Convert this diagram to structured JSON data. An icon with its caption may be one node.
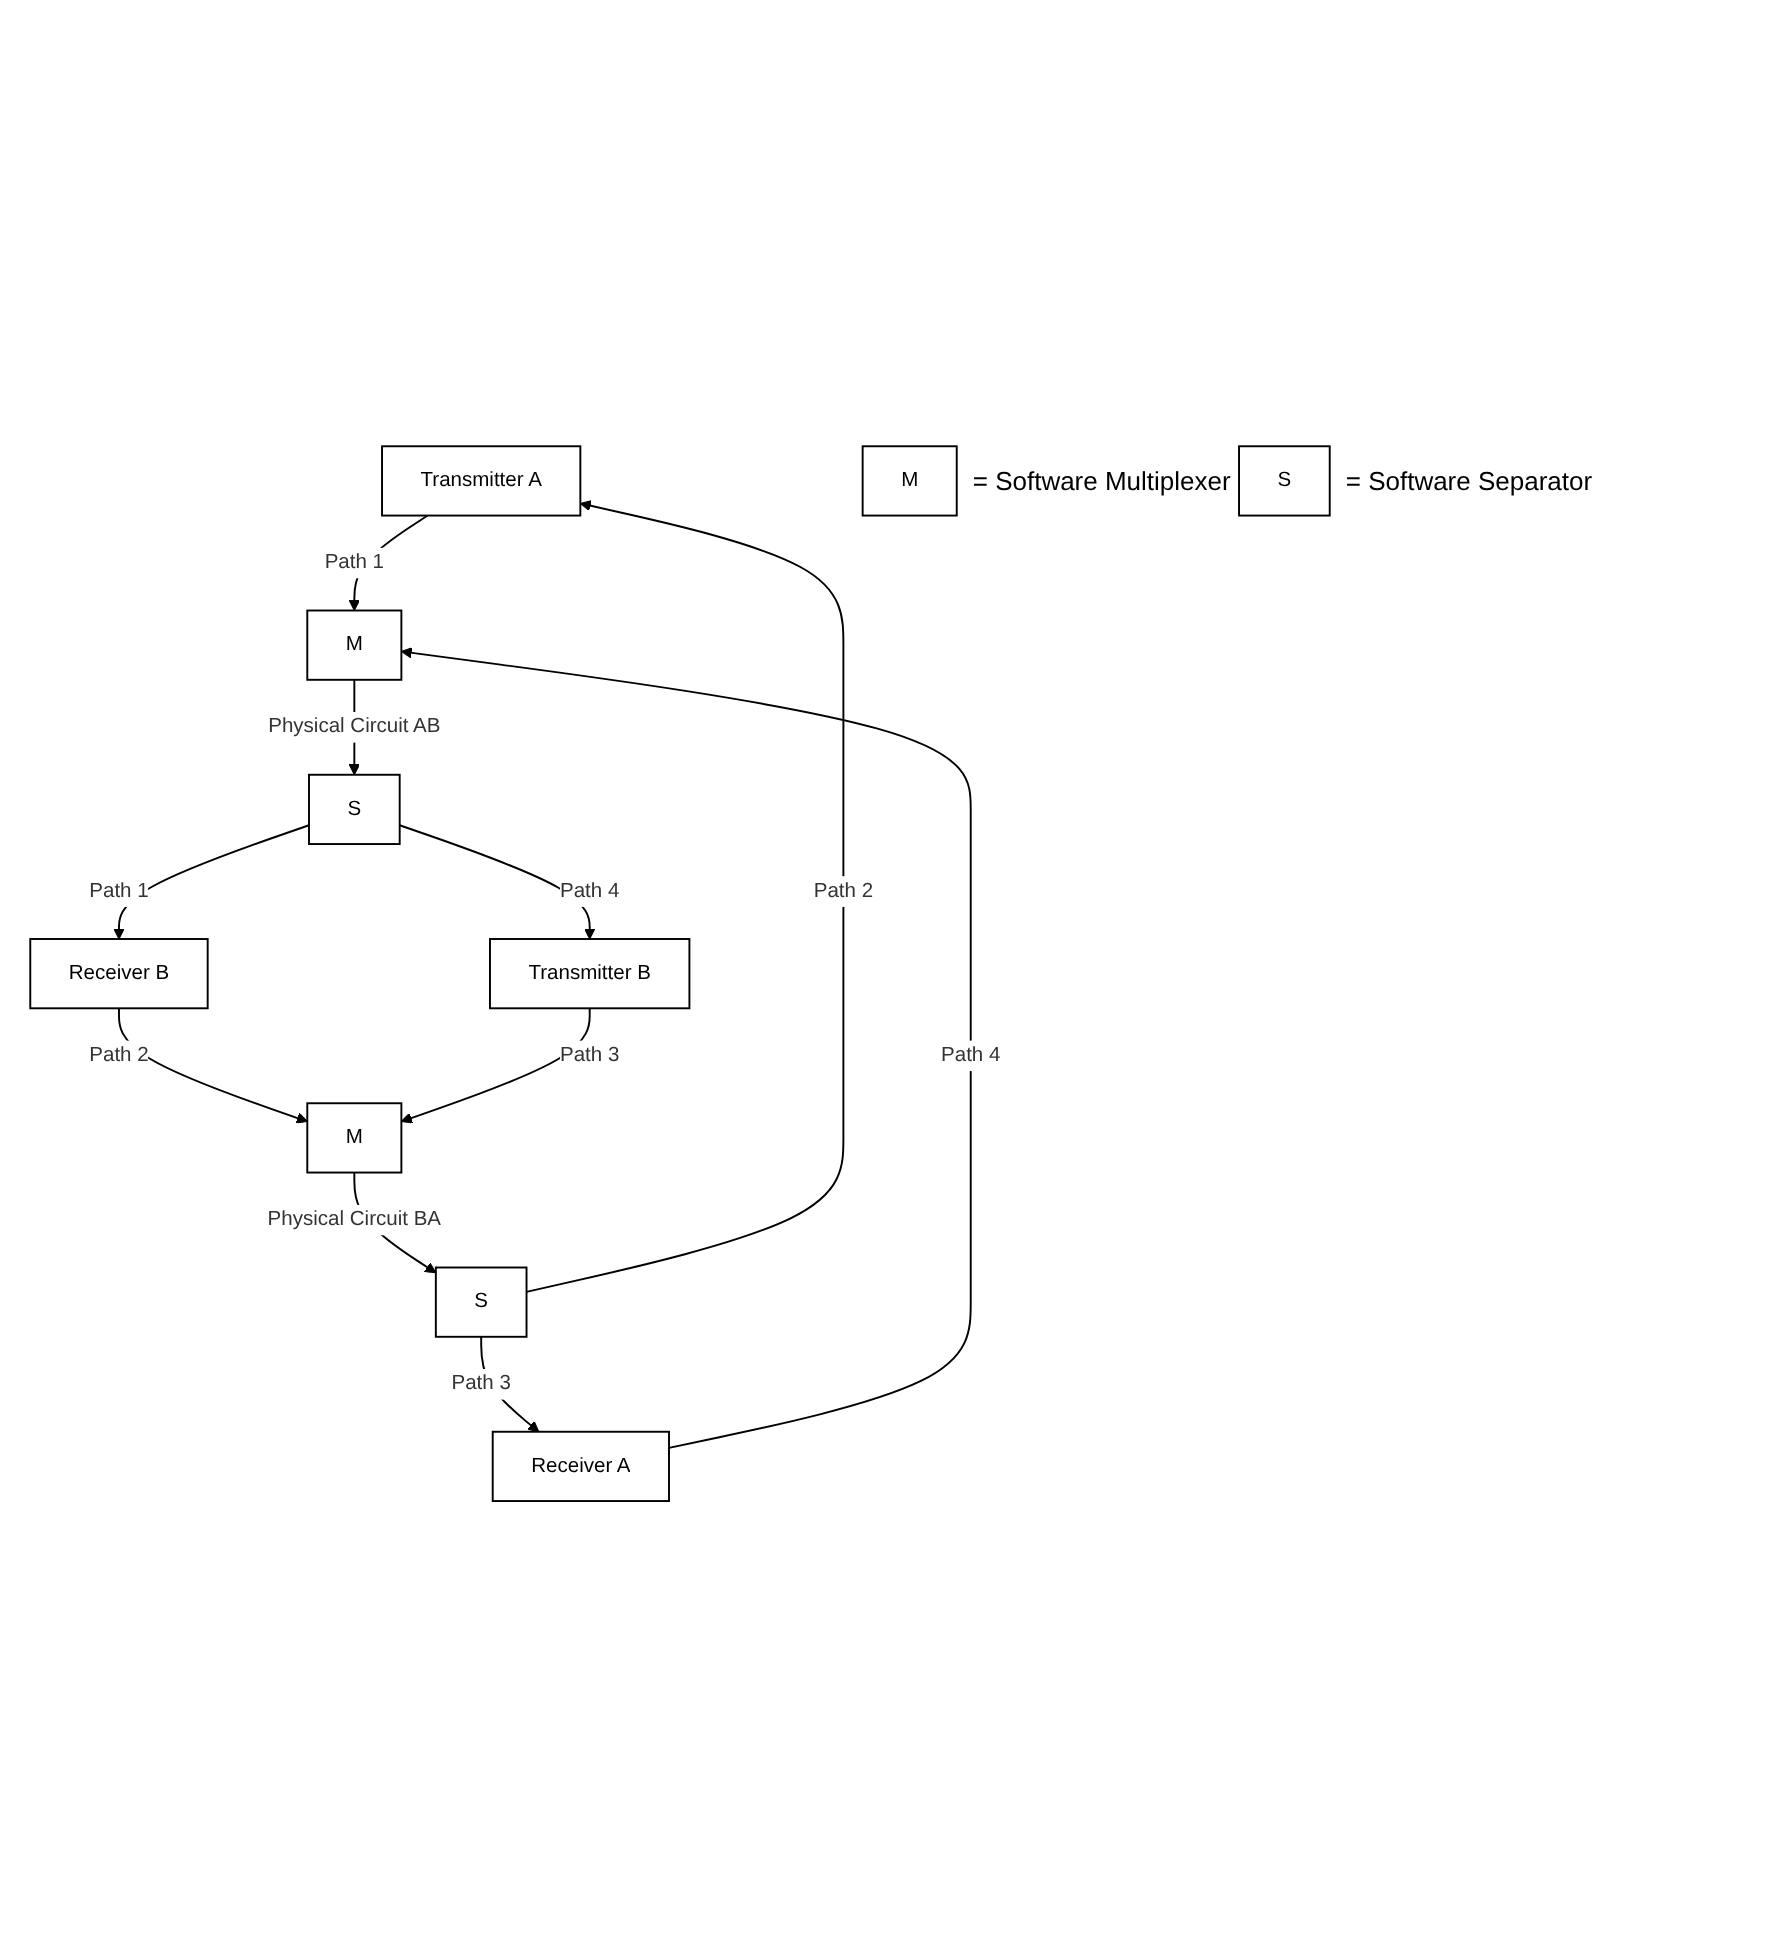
{
  "diagram": {
    "nodes": [
      {
        "text": [
          "Transmitter A"
        ]
      },
      {
        "text": [
          "Receiver B"
        ]
      },
      {
        "text": [
          "M"
        ]
      },
      {
        "text": [
          "S"
        ]
      },
      {
        "text": [
          "S"
        ]
      },
      {
        "text": [
          "M"
        ]
      },
      {
        "text": [
          "Receiver A"
        ]
      },
      {
        "text": [
          "Transmitter B"
        ]
      },
      {
        "text": [
          "M"
        ],
        "beside": [
          "= Software Multiplexer"
        ]
      },
      {
        "text": [
          "S"
        ],
        "beside": [
          "= Software Separator"
        ]
      }
    ],
    "edges": [
      {
        "from": 4,
        "to": 0,
        "arrow": "to",
        "label": "Path 2"
      },
      {
        "from": 0,
        "to": 2,
        "arrow": "to",
        "label": "Path 1"
      },
      {
        "from": 1,
        "to": 5,
        "arrow": "to",
        "label": "Path 2"
      },
      {
        "from": 3,
        "to": 1,
        "arrow": "to",
        "label": "Path 1"
      },
      {
        "from": 2,
        "to": 3,
        "arrow": "to",
        "label": "Physical Circuit AB"
      },
      {
        "from": 5,
        "to": 4,
        "arrow": "to",
        "label": "Physical Circuit BA"
      },
      {
        "from": 4,
        "to": 6,
        "arrow": "to",
        "label": "Path 3"
      },
      {
        "from": 6,
        "to": 2,
        "arrow": "to",
        "label": "Path 4"
      },
      {
        "from": 7,
        "to": 5,
        "arrow": "to",
        "label": "Path 3"
      },
      {
        "from": 3,
        "to": 7,
        "arrow": "to",
        "label": "Path 4"
      }
    ]
  }
}
